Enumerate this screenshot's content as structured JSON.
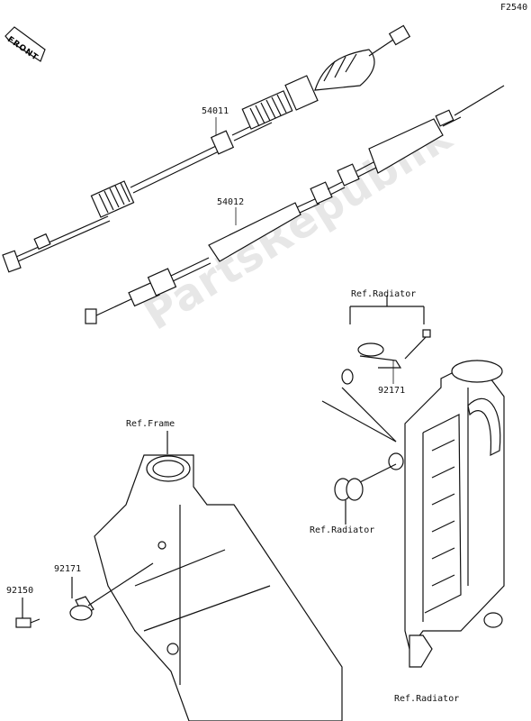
{
  "figure_code": "F2540",
  "front_label": "FRONT",
  "watermark": "PartsRepublik",
  "labels": {
    "cable_clutch": "54011",
    "cable_throttle": "54012",
    "ref_radiator_top": "Ref.Radiator",
    "clamp_upper": "92171",
    "ref_frame": "Ref.Frame",
    "clamp_lower": "92171",
    "bolt": "92150",
    "ref_radiator_mid": "Ref.Radiator",
    "ref_radiator_bottom": "Ref.Radiator"
  }
}
